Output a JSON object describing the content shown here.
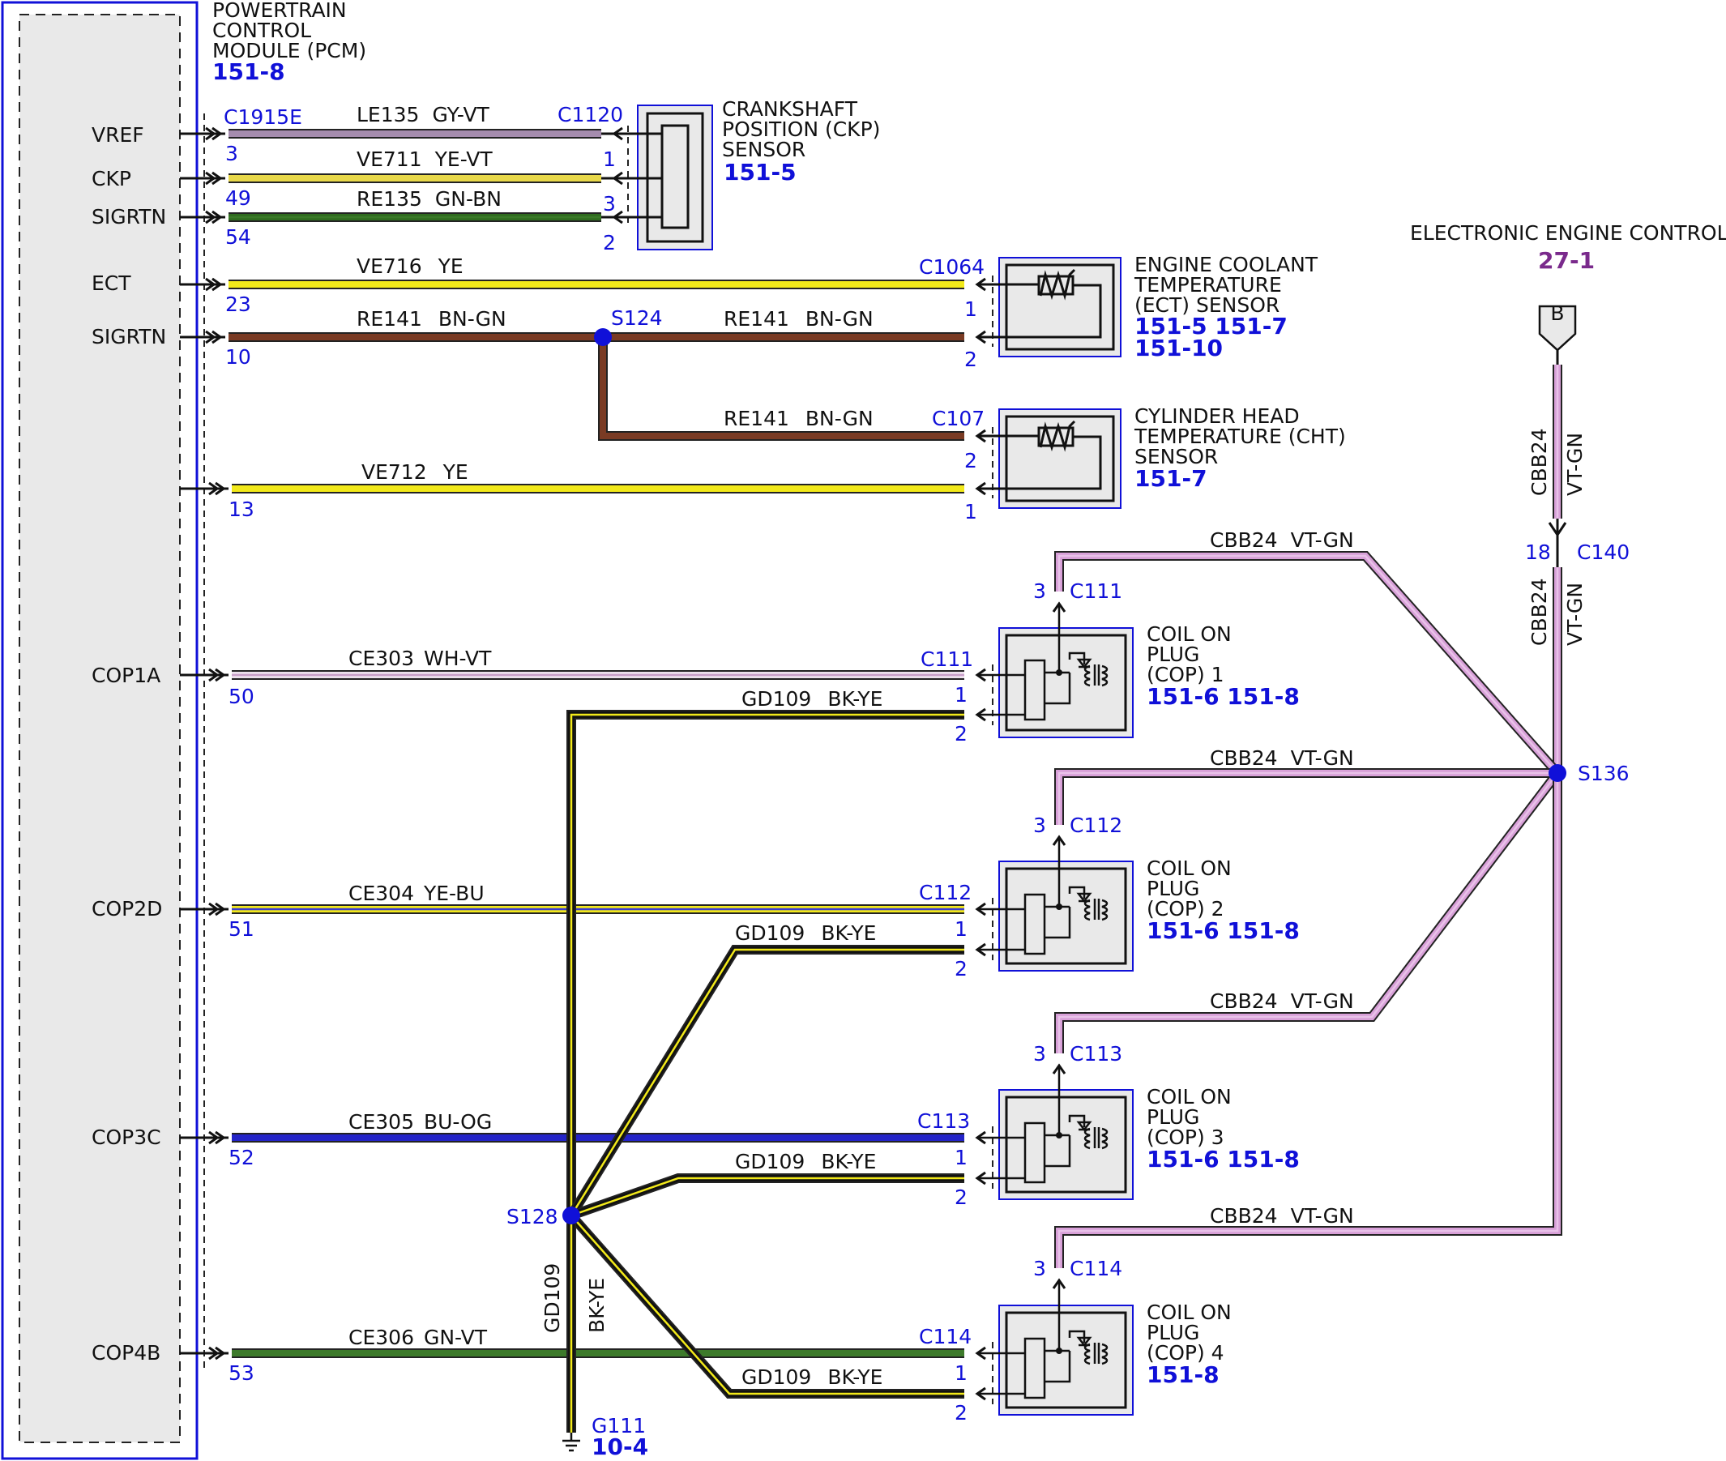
{
  "colors": {
    "GY-VT": "#a58cae",
    "YE-VT": "#e8d84a",
    "GN-BN": "#2f6b1f",
    "YE": "#f2e91a",
    "BN-GN": "#7a3b24",
    "WH-VT": "#eee2ee",
    "YE-BU": "#f2e91a",
    "BU-OG": "#2424c8",
    "GN-VT": "#3d7a2b",
    "BK-YE": "#111111",
    "VT-GN": "#d8a0d8",
    "connector_blue": "#1010d8",
    "ref_purple": "#7a2a8c"
  },
  "pcm": {
    "title_lines": [
      "POWERTRAIN",
      "CONTROL",
      "MODULE (PCM)"
    ],
    "ref": "151-8",
    "connector": "C1915E",
    "pins": [
      {
        "signal": "VREF",
        "pin": "3"
      },
      {
        "signal": "CKP",
        "pin": "49"
      },
      {
        "signal": "SIGRTN",
        "pin": "54"
      },
      {
        "signal": "ECT",
        "pin": "23"
      },
      {
        "signal": "SIGRTN",
        "pin": "10"
      },
      {
        "signal": "",
        "pin": "13"
      },
      {
        "signal": "COP1A",
        "pin": "50"
      },
      {
        "signal": "COP2D",
        "pin": "51"
      },
      {
        "signal": "COP3C",
        "pin": "52"
      },
      {
        "signal": "COP4B",
        "pin": "53"
      }
    ]
  },
  "circuits": [
    {
      "circuit": "LE135",
      "color_code": "GY-VT"
    },
    {
      "circuit": "VE711",
      "color_code": "YE-VT"
    },
    {
      "circuit": "RE135",
      "color_code": "GN-BN"
    },
    {
      "circuit": "VE716",
      "color_code": "YE"
    },
    {
      "circuit": "RE141",
      "color_code": "BN-GN"
    },
    {
      "circuit": "RE141",
      "color_code": "BN-GN"
    },
    {
      "circuit": "RE141",
      "color_code": "BN-GN"
    },
    {
      "circuit": "VE712",
      "color_code": "YE"
    },
    {
      "circuit": "CE303",
      "color_code": "WH-VT"
    },
    {
      "circuit": "CE304",
      "color_code": "YE-BU"
    },
    {
      "circuit": "CE305",
      "color_code": "BU-OG"
    },
    {
      "circuit": "CE306",
      "color_code": "GN-VT"
    },
    {
      "circuit": "GD109",
      "color_code": "BK-YE"
    },
    {
      "circuit": "GD109",
      "color_code": "BK-YE"
    },
    {
      "circuit": "GD109",
      "color_code": "BK-YE"
    },
    {
      "circuit": "GD109",
      "color_code": "BK-YE"
    },
    {
      "circuit": "CBB24",
      "color_code": "VT-GN"
    },
    {
      "circuit": "CBB24",
      "color_code": "VT-GN"
    },
    {
      "circuit": "CBB24",
      "color_code": "VT-GN"
    },
    {
      "circuit": "CBB24",
      "color_code": "VT-GN"
    }
  ],
  "ground_trunk": {
    "circuit": "GD109",
    "color_code": "BK-YE"
  },
  "eec_trunk": [
    {
      "circuit": "CBB24",
      "color_code": "VT-GN"
    },
    {
      "circuit": "CBB24",
      "color_code": "VT-GN"
    }
  ],
  "components": [
    {
      "title_lines": [
        "CRANKSHAFT",
        "POSITION (CKP)",
        "SENSOR"
      ],
      "refs": [
        "151-5"
      ],
      "connector": "C1120",
      "pins": [
        "1",
        "3",
        "2"
      ]
    },
    {
      "title_lines": [
        "ENGINE COOLANT",
        "TEMPERATURE",
        "(ECT) SENSOR"
      ],
      "refs": [
        "151-5 151-7",
        "151-10"
      ],
      "connector": "C1064",
      "pins": [
        "1",
        "2"
      ]
    },
    {
      "title_lines": [
        "CYLINDER HEAD",
        "TEMPERATURE (CHT)",
        "SENSOR"
      ],
      "refs": [
        "151-7"
      ],
      "connector": "C107",
      "pins": [
        "2",
        "1"
      ]
    },
    {
      "title_lines": [
        "COIL ON",
        "PLUG",
        "(COP) 1"
      ],
      "refs": [
        "151-6 151-8"
      ],
      "connector": "C111",
      "pins": [
        "1",
        "2",
        "3"
      ]
    },
    {
      "title_lines": [
        "COIL ON",
        "PLUG",
        "(COP) 2"
      ],
      "refs": [
        "151-6 151-8"
      ],
      "connector": "C112",
      "pins": [
        "1",
        "2",
        "3"
      ]
    },
    {
      "title_lines": [
        "COIL ON",
        "PLUG",
        "(COP) 3"
      ],
      "refs": [
        "151-6 151-8"
      ],
      "connector": "C113",
      "pins": [
        "1",
        "2",
        "3"
      ]
    },
    {
      "title_lines": [
        "COIL ON",
        "PLUG",
        "(COP) 4"
      ],
      "refs": [
        "151-8"
      ],
      "connector": "C114",
      "pins": [
        "1",
        "2",
        "3"
      ]
    }
  ],
  "splices": [
    "S124",
    "S128",
    "S136"
  ],
  "ground": {
    "name": "G111",
    "ref": "10-4"
  },
  "eec": {
    "title": "ELECTRONIC ENGINE CONTROLS",
    "ref": "27-1",
    "connector_letter": "B",
    "connector": "C140",
    "pin": "18"
  }
}
